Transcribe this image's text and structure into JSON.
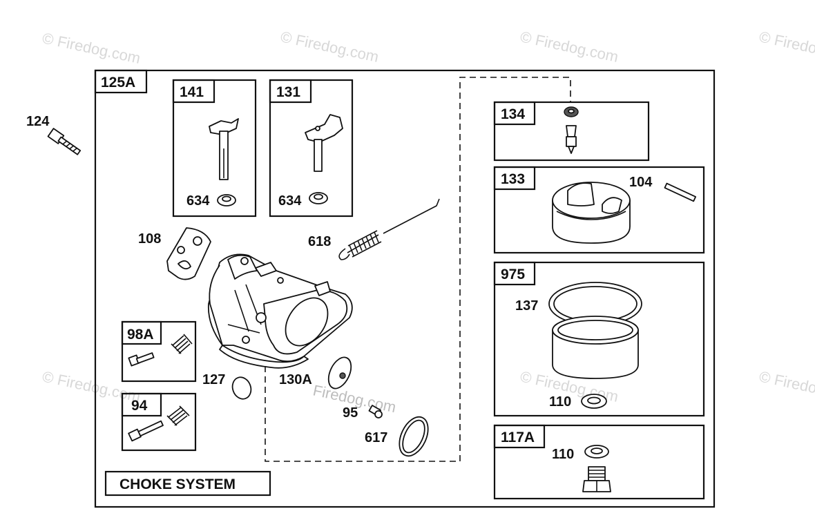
{
  "watermark": {
    "text": "© Firedog.com",
    "inline_text": "Firedog.com"
  },
  "diagram": {
    "assembly_tag": "125A",
    "section_caption": "CHOKE SYSTEM",
    "free_labels": {
      "bolt": "124",
      "gasket_plate": "108",
      "spring": "618",
      "plug": "127",
      "plate": "130A",
      "screw": "95",
      "o_ring": "617"
    },
    "boxes": {
      "lever_141": {
        "tag": "141",
        "seal": "634"
      },
      "lever_131": {
        "tag": "131",
        "seal": "634"
      },
      "needle": {
        "tag": "134"
      },
      "float": {
        "tag": "133",
        "pin": "104"
      },
      "bowl": {
        "tag": "975",
        "gasket": "137",
        "washer": "110"
      },
      "drain": {
        "tag": "117A",
        "washer": "110"
      },
      "screw_98a": {
        "tag": "98A"
      },
      "screw_94": {
        "tag": "94"
      }
    }
  }
}
